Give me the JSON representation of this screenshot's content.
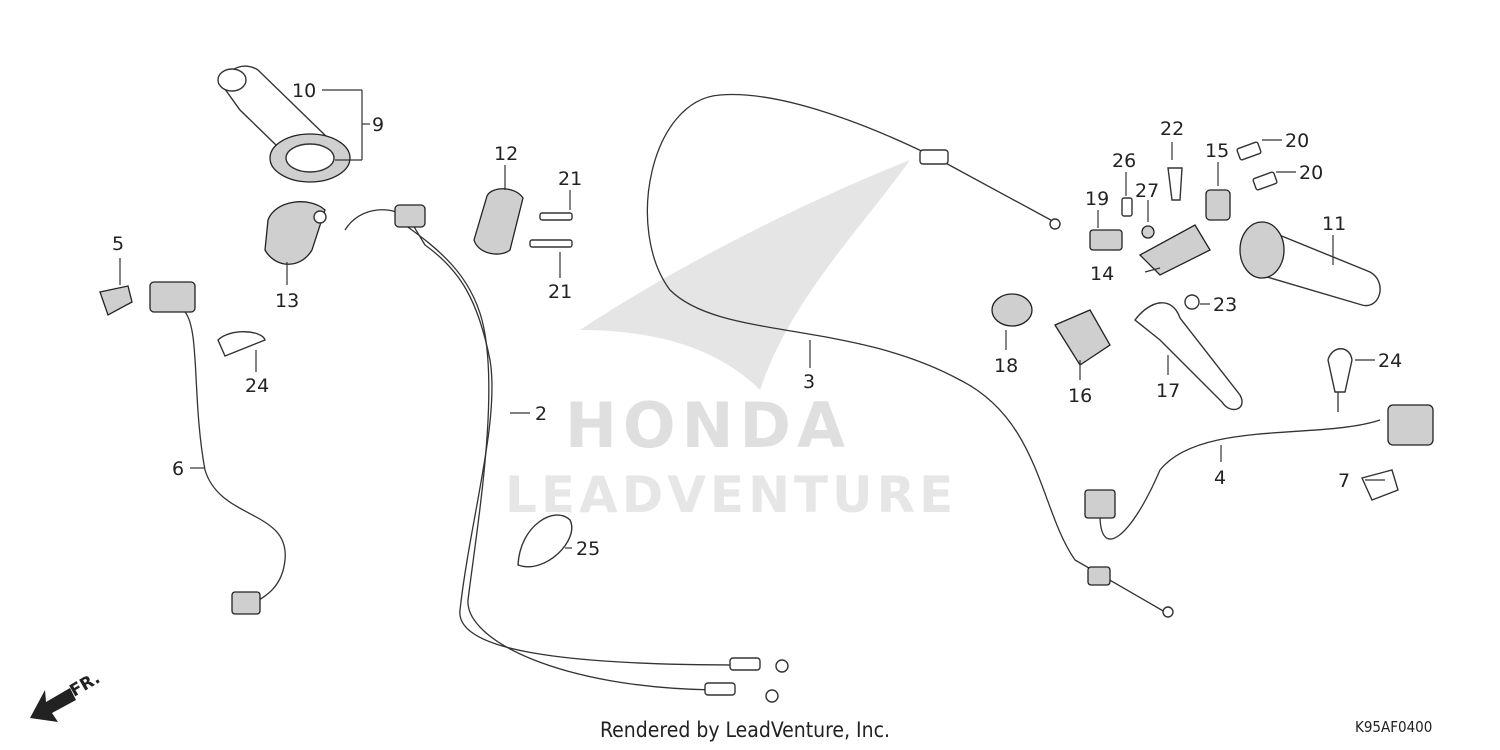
{
  "watermark": {
    "brand": "HONDA",
    "company": "LEADVENTURE"
  },
  "front_arrow_label": "FR.",
  "footer": {
    "credit": "Rendered by LeadVenture, Inc.",
    "code": "K95AF0400"
  },
  "callouts": [
    "10",
    "9",
    "12",
    "21",
    "21",
    "13",
    "5",
    "24",
    "6",
    "2",
    "25",
    "3",
    "22",
    "26",
    "27",
    "15",
    "20",
    "20",
    "19",
    "14",
    "11",
    "23",
    "18",
    "16",
    "17",
    "24",
    "4",
    "7"
  ],
  "colors": {
    "line": "#333333",
    "watermark": "#d9d9d9",
    "background": "#ffffff"
  }
}
